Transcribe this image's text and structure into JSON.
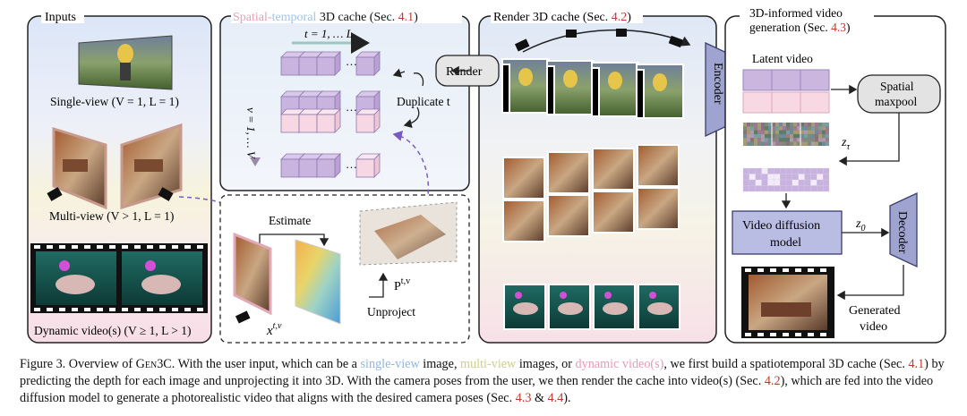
{
  "panels": {
    "inputs": {
      "title": "Inputs",
      "single_view_label": "Single-view (V = 1, L = 1)",
      "multi_view_label": "Multi-view (V > 1, L = 1)",
      "dynamic_label": "Dynamic video(s) (V ≥ 1, L > 1)"
    },
    "cache": {
      "title_spatial": "Spatial",
      "title_dash": "-",
      "title_temporal": "temporal",
      "title_rest": " 3D cache (Sec. ",
      "title_ref": "4.1",
      "title_close": ")",
      "t_axis": "t = 1, … L",
      "v_axis": "v = 1, … V",
      "ellipsis": "…",
      "duplicate": "Duplicate t",
      "estimate": "Estimate",
      "x_label": "x",
      "x_sup": "t,v",
      "p_label": "P",
      "p_sup": "t,v",
      "unproject": "Unproject"
    },
    "render": {
      "title": "Render 3D cache (Sec. ",
      "title_ref": "4.2",
      "title_close": ")",
      "render_button": "Render",
      "encoder": "Encoder"
    },
    "generation": {
      "title_line1": "3D-informed video",
      "title_line2": "generation (Sec. ",
      "title_ref": "4.3",
      "title_close": ")",
      "latent_video": "Latent video",
      "spatial_maxpool_1": "Spatial",
      "spatial_maxpool_2": "maxpool",
      "z_tau": "z",
      "z_tau_sub": "τ",
      "diffusion_1": "Video diffusion",
      "diffusion_2": "model",
      "z0": "z",
      "z0_sub": "0",
      "decoder": "Decoder",
      "generated_1": "Generated",
      "generated_2": "video"
    }
  },
  "caption": {
    "fig": "Figure 3.",
    "p1": " Overview of ",
    "name": "Gen3C",
    "p2": ". With the user input, which can be a ",
    "single": "single-view",
    "p3": " image, ",
    "multi": "multi-view",
    "p4": " images, or ",
    "dynamic": "dynamic video(s)",
    "p5": ", we first build a spatiotemporal 3D cache (Sec. ",
    "r1": "4.1",
    "p6": ") by predicting the depth for each image and unprojecting it into 3D. With the camera poses from the user, we then render the cache into video(s) (Sec. ",
    "r2": "4.2",
    "p7": "), which are fed into the video diffusion model to generate a photorealistic video that aligns with the desired camera poses (Sec. ",
    "r3": "4.3",
    "p8": " & ",
    "r4": "4.4",
    "p9": ")."
  },
  "colors": {
    "purple": "#c8b2de",
    "pink": "#f6d6e2",
    "encoder": "#9fa3cf",
    "ref": "#c0392b"
  }
}
